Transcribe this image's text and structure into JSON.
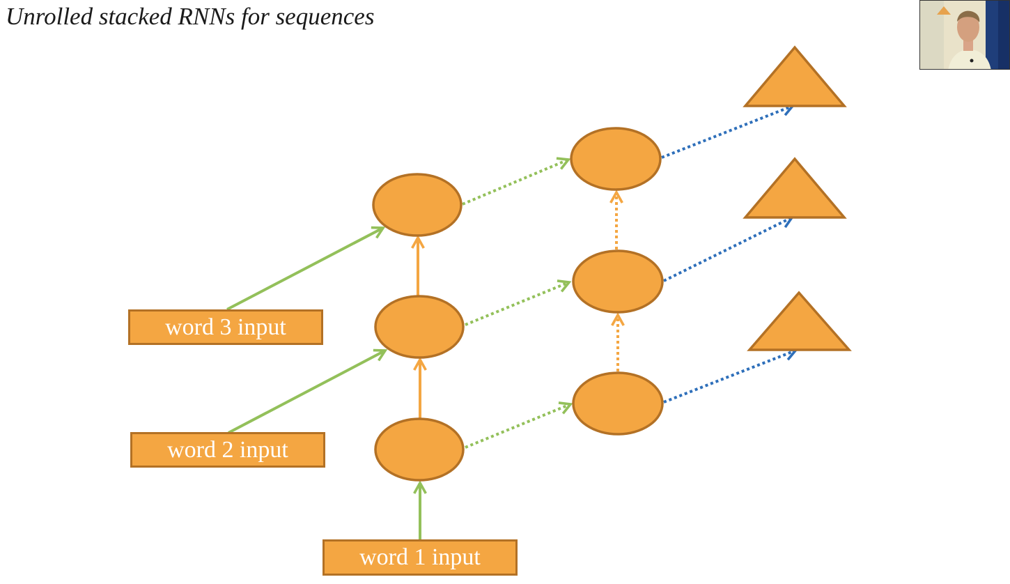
{
  "title": "Unrolled stacked RNNs for sequences",
  "inputs": [
    {
      "label": "word 1 input"
    },
    {
      "label": "word 2 input"
    },
    {
      "label": "word 3 input"
    }
  ],
  "colors": {
    "node_fill": "#f4a642",
    "node_stroke": "#b37125",
    "input_to_hidden_arrow": "#93c05a",
    "layer_to_layer_arrow": "#f4a642",
    "time_recurrence_arrow": "#93c05a",
    "output_arrow": "#2e6fba",
    "text_on_box": "#ffffff"
  },
  "speaker_video": {
    "icon": "presenter-webcam-thumbnail"
  }
}
